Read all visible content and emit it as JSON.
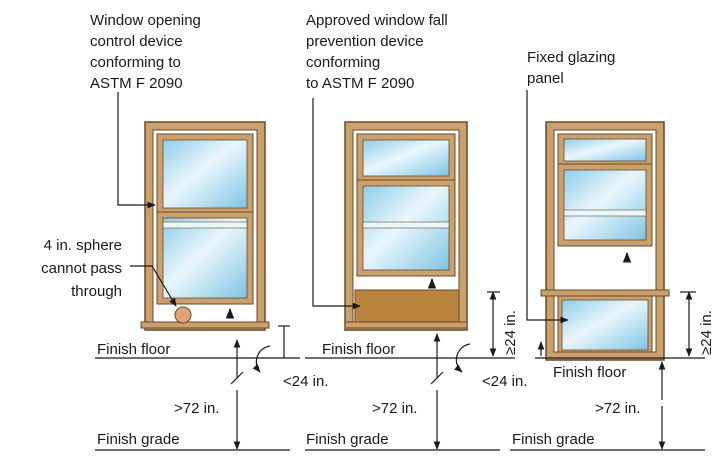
{
  "labels": {
    "window_opening_device": [
      "Window opening",
      "control device",
      "conforming to",
      "ASTM  F 2090"
    ],
    "fall_prevention_device": [
      "Approved window fall",
      "prevention device",
      "conforming",
      "to ASTM  F 2090"
    ],
    "fixed_glazing": [
      "Fixed glazing",
      "panel"
    ],
    "sphere": [
      "4 in. sphere",
      "cannot pass",
      "through"
    ],
    "finish_floor": "Finish floor",
    "finish_grade": "Finish grade",
    "less_24": "<24 in.",
    "ge_24": "≥24 in.",
    "gt_72": ">72 in."
  },
  "colors": {
    "frame": "#c9a06e",
    "frame_dark": "#6b4a26",
    "glass": "#b7dff0",
    "glass_light": "#e9f6fc",
    "device": "#b8843e",
    "sphere": "#e0a372",
    "line": "#1a1a1a"
  }
}
